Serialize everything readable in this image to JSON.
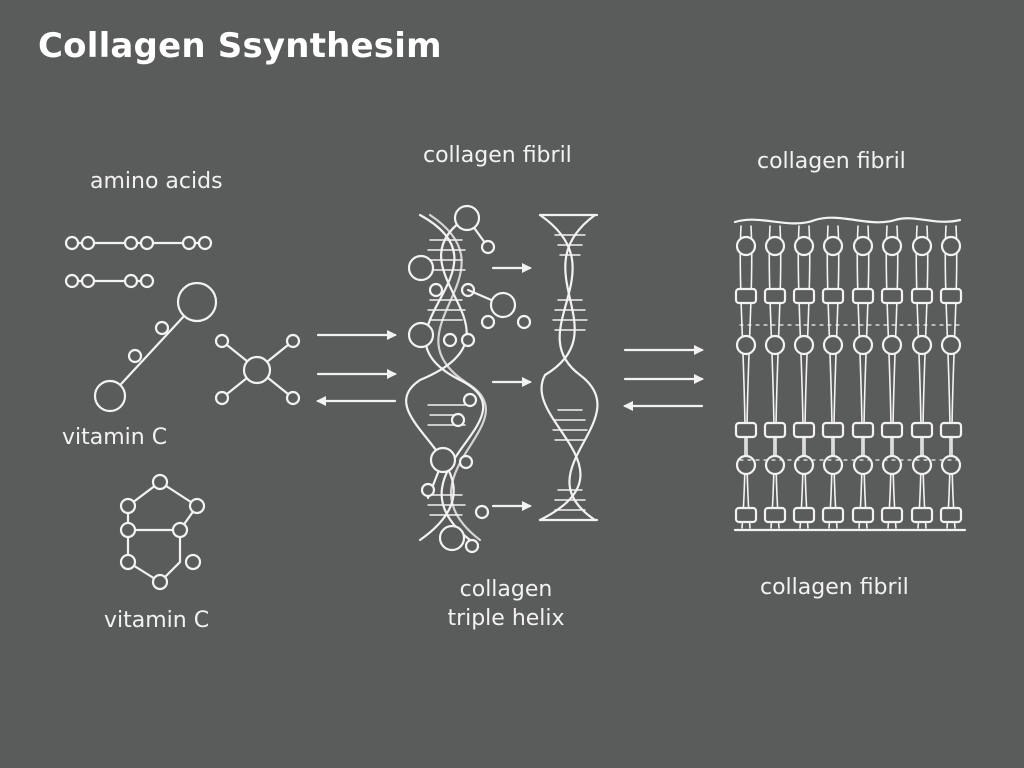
{
  "title": "Collagen Ssynthesim",
  "labels": {
    "amino_acids": "amino acids",
    "vitamin_c_1": "vitamin C",
    "vitamin_c_2": "vitamin C",
    "collagen_fibril_top_middle": "collagen fibril",
    "collagen_fibril_top_right": "collagen fibril",
    "triple_helix_line1": "collagen",
    "triple_helix_line2": "triple helix",
    "collagen_fibril_bottom_right": "collagen fibril"
  },
  "colors": {
    "background": "#5a5b5b",
    "line": "#f2f2f2"
  }
}
